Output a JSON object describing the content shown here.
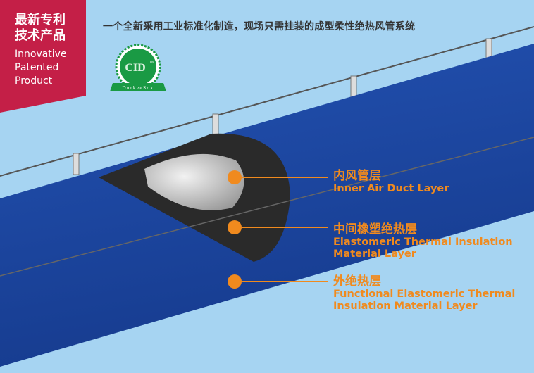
{
  "badge": {
    "zh_line1": "最新专利",
    "zh_line2": "技术产品",
    "en_line1": "Innovative",
    "en_line2": "Patented",
    "en_line3": "Product"
  },
  "tagline": "一个全新采用工业标准化制造，现场只需挂装的成型柔性绝热风管系统",
  "logo": {
    "text": "CID",
    "tm": "TM",
    "ribbon": "DurkeeSox"
  },
  "layers": [
    {
      "zh": "内风管层",
      "en_line1": "Inner Air Duct Layer",
      "en_line2": ""
    },
    {
      "zh": "中间橡塑绝热层",
      "en_line1": "Elastomeric Thermal Insulation",
      "en_line2": "Material Layer"
    },
    {
      "zh": "外绝热层",
      "en_line1": "Functional Elastomeric Thermal",
      "en_line2": "Insulation Material Layer"
    }
  ],
  "colors": {
    "background": "#a6d4f2",
    "duct": "#1d49a6",
    "badge": "#c41f47",
    "label": "#f08a1e",
    "logo": "#1a9a44"
  }
}
